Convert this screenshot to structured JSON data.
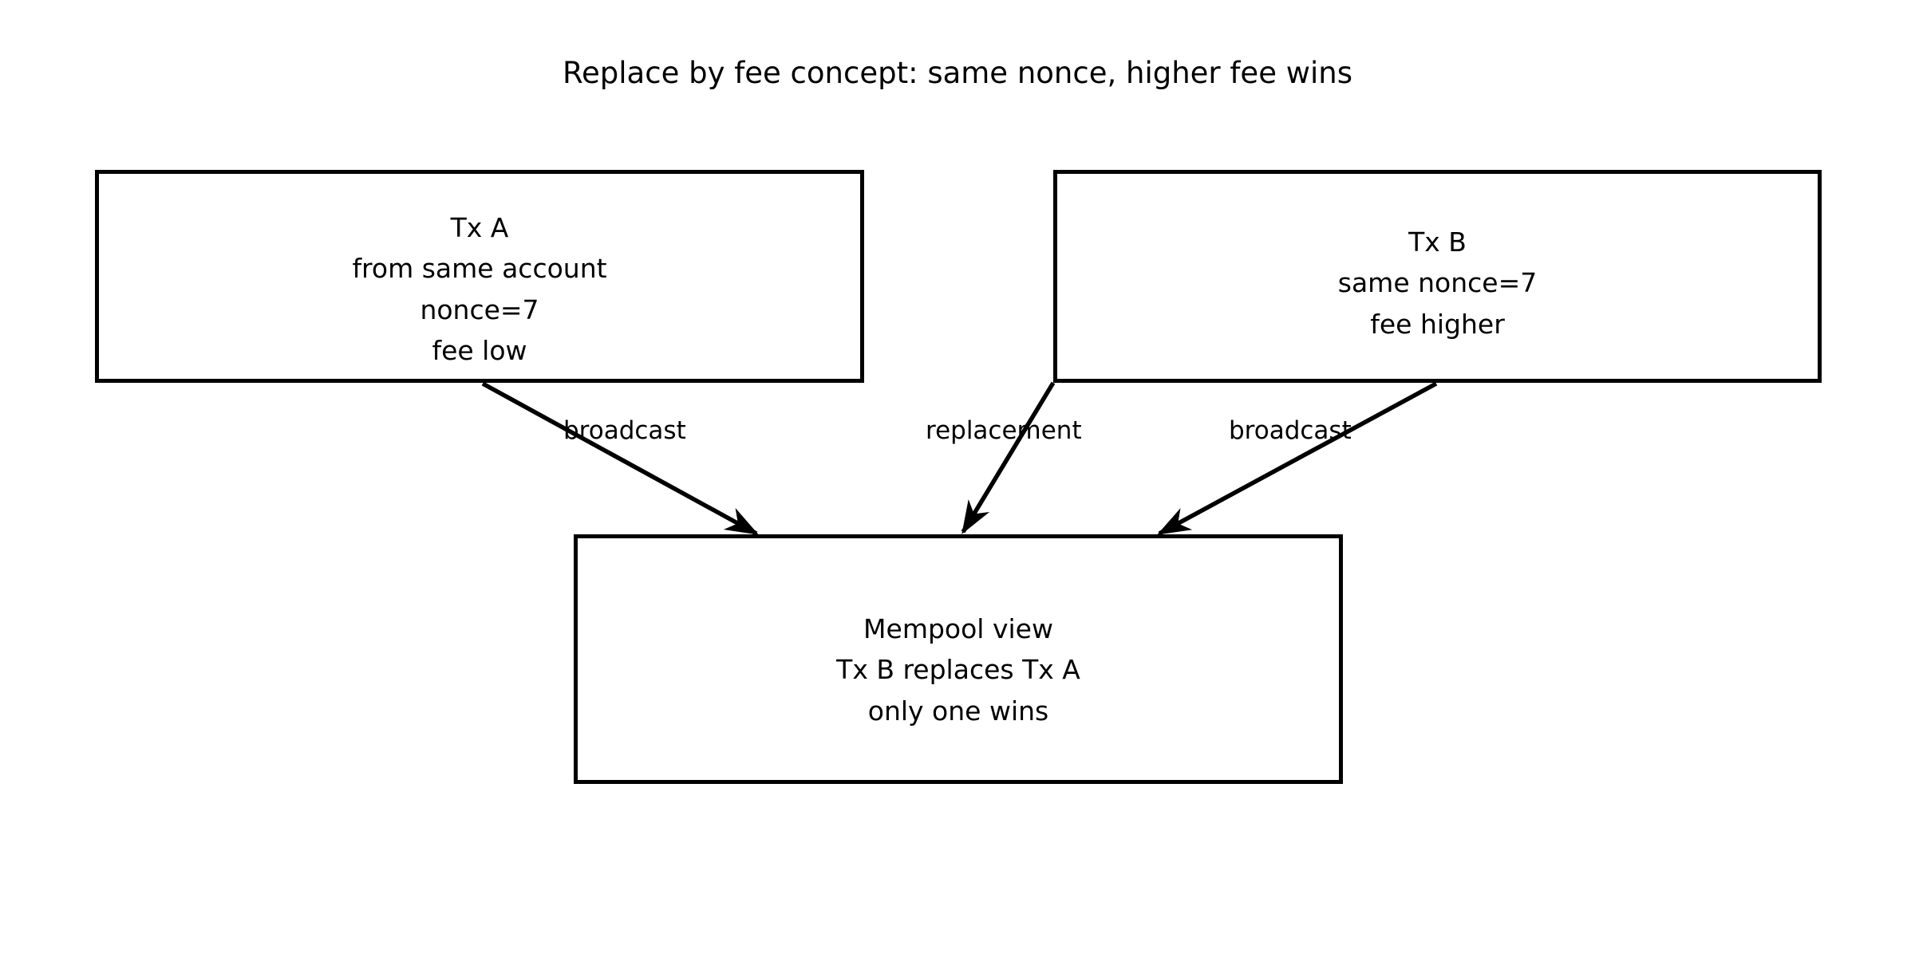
{
  "title": "Replace by fee concept: same nonce, higher fee wins",
  "nodes": {
    "tx_a": {
      "name": "Tx A",
      "text": "Tx A\nfrom same account\nnonce=7\nfee low"
    },
    "tx_b": {
      "name": "Tx B",
      "text": "Tx B\nsame nonce=7\nfee higher"
    },
    "mempool": {
      "name": "Mempool view",
      "text": "Mempool view\nTx B replaces Tx A\nonly one wins"
    }
  },
  "edges": [
    {
      "id": "tx-a-to-mempool",
      "label": "broadcast",
      "from": "tx_a",
      "to": "mempool"
    },
    {
      "id": "tx-b-replacement",
      "label": "replacement",
      "from": "tx_b",
      "to": "mempool"
    },
    {
      "id": "tx-b-to-mempool",
      "label": "broadcast",
      "from": "tx_b",
      "to": "mempool"
    }
  ],
  "style": {
    "stroke_color": "#000000",
    "fill_color": "#ffffff",
    "background": "#ffffff"
  }
}
